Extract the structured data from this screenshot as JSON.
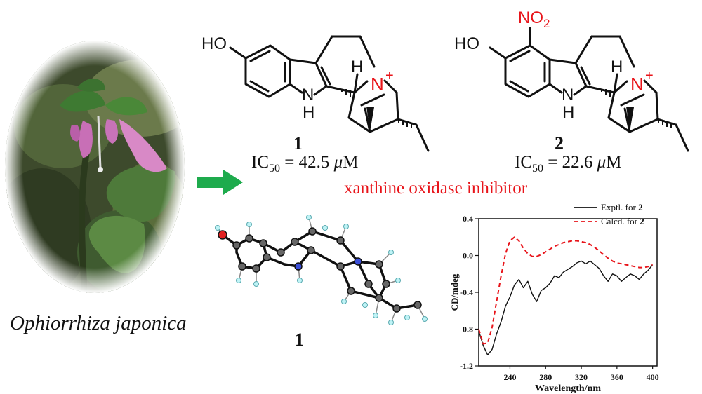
{
  "plant": {
    "species": "Ophiorrhiza japonica"
  },
  "arrow": {
    "color": "#1eab4d"
  },
  "compound1": {
    "label_bold": "1",
    "ic50_prefix": "IC",
    "ic50_sub": "50",
    "ic50_value": " = 42.5 ",
    "ic50_unit_mu": "μ",
    "ic50_unit_M": "M",
    "atoms": {
      "ho": "HO",
      "nh_n": "N",
      "nh_h": "H",
      "h": "H",
      "n": "N",
      "plus": "+"
    }
  },
  "compound2": {
    "label_bold": "2",
    "ic50_prefix": "IC",
    "ic50_sub": "50",
    "ic50_value": " = 22.6 ",
    "ic50_unit_mu": "μ",
    "ic50_unit_M": "M",
    "atoms": {
      "no2": "NO",
      "no2_sub": "2",
      "ho": "HO",
      "nh_n": "N",
      "nh_h": "H",
      "h": "H",
      "n": "N",
      "plus": "+"
    }
  },
  "activity_label": "xanthine oxidase inhibitor",
  "crystal": {
    "label_bold": "1"
  },
  "colors": {
    "red": "#e8141a",
    "black": "#111111",
    "green": "#1eab4d"
  },
  "chart_data": {
    "type": "line",
    "xlabel": "Wavelength/nm",
    "ylabel": "CD/mdeg",
    "xlim": [
      205,
      405
    ],
    "ylim": [
      -1.2,
      0.4
    ],
    "xticks": [
      "240",
      "280",
      "320",
      "360",
      "400"
    ],
    "yticks": [
      "0.4",
      "0.0",
      "-0.4",
      "-0.8",
      "-1.2"
    ],
    "legend_position": "top-right",
    "series": [
      {
        "name": "Exptl. for 2",
        "legend_prefix": "Exptl. for ",
        "legend_bold": "2",
        "style": "solid",
        "color": "#111111",
        "x": [
          205,
          210,
          215,
          220,
          225,
          230,
          235,
          240,
          245,
          250,
          255,
          260,
          265,
          270,
          275,
          280,
          285,
          290,
          295,
          300,
          305,
          310,
          315,
          320,
          325,
          330,
          335,
          340,
          345,
          350,
          355,
          360,
          365,
          370,
          375,
          380,
          385,
          390,
          395,
          400
        ],
        "y": [
          -0.82,
          -0.98,
          -1.08,
          -1.02,
          -0.85,
          -0.72,
          -0.55,
          -0.45,
          -0.32,
          -0.26,
          -0.35,
          -0.28,
          -0.42,
          -0.5,
          -0.38,
          -0.35,
          -0.3,
          -0.22,
          -0.24,
          -0.18,
          -0.15,
          -0.12,
          -0.08,
          -0.06,
          -0.09,
          -0.06,
          -0.1,
          -0.14,
          -0.22,
          -0.28,
          -0.2,
          -0.22,
          -0.28,
          -0.24,
          -0.2,
          -0.22,
          -0.26,
          -0.2,
          -0.16,
          -0.1
        ]
      },
      {
        "name": "Calcd. for 2",
        "legend_prefix": "Calcd. for ",
        "legend_bold": "2",
        "style": "dashed",
        "color": "#e8141a",
        "x": [
          205,
          210,
          215,
          220,
          225,
          230,
          235,
          240,
          245,
          250,
          255,
          260,
          265,
          270,
          275,
          280,
          285,
          290,
          295,
          300,
          305,
          310,
          315,
          320,
          325,
          330,
          335,
          340,
          345,
          350,
          355,
          360,
          365,
          370,
          375,
          380,
          385,
          390,
          395,
          400
        ],
        "y": [
          -0.8,
          -0.96,
          -0.95,
          -0.78,
          -0.5,
          -0.22,
          0.02,
          0.16,
          0.2,
          0.16,
          0.08,
          0.02,
          -0.01,
          -0.01,
          0.01,
          0.04,
          0.07,
          0.1,
          0.12,
          0.14,
          0.15,
          0.16,
          0.16,
          0.15,
          0.14,
          0.12,
          0.09,
          0.05,
          0.01,
          -0.03,
          -0.06,
          -0.08,
          -0.09,
          -0.1,
          -0.11,
          -0.12,
          -0.13,
          -0.13,
          -0.12,
          -0.1
        ]
      }
    ]
  }
}
